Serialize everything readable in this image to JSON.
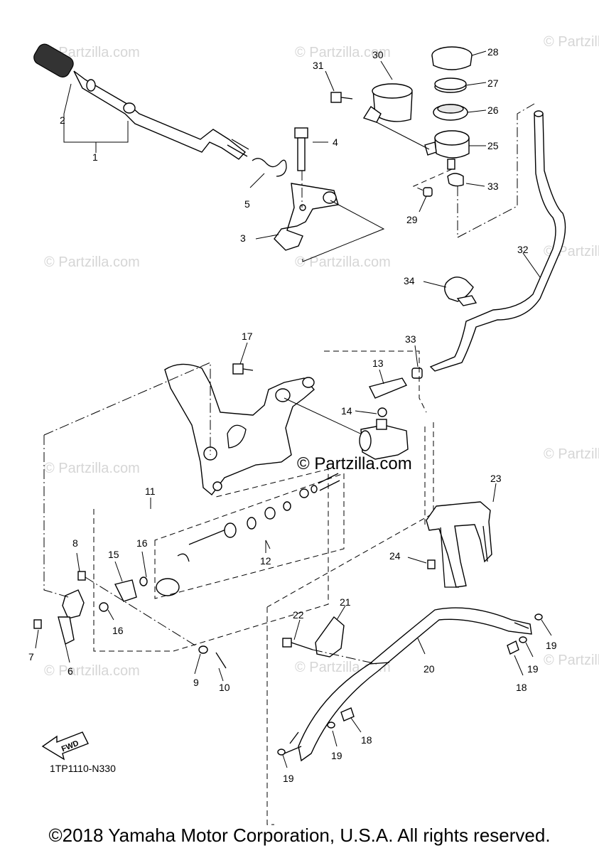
{
  "watermarks": {
    "brand": "© Partzilla.com",
    "center_text": "© Partzilla.com"
  },
  "diagram_code": "1TP1110-N330",
  "fwd_label": "FWD",
  "copyright": "©2018 Yamaha Motor Corporation, U.S.A. All rights reserved.",
  "callouts": {
    "c1": "1",
    "c2": "2",
    "c3": "3",
    "c4": "4",
    "c5": "5",
    "c6": "6",
    "c7": "7",
    "c8": "8",
    "c9": "9",
    "c10": "10",
    "c11": "11",
    "c12": "12",
    "c13": "13",
    "c14": "14",
    "c15": "15",
    "c16a": "16",
    "c16b": "16",
    "c17": "17",
    "c18a": "18",
    "c18b": "18",
    "c19a": "19",
    "c19b": "19",
    "c19c": "19",
    "c19d": "19",
    "c20": "20",
    "c21": "21",
    "c22": "22",
    "c23": "23",
    "c24": "24",
    "c25": "25",
    "c26": "26",
    "c27": "27",
    "c28": "28",
    "c29": "29",
    "c30": "30",
    "c31": "31",
    "c32": "32",
    "c33a": "33",
    "c33b": "33",
    "c34": "34"
  },
  "colors": {
    "line": "#000000",
    "watermark": "#d6d6d6",
    "background": "#ffffff"
  }
}
